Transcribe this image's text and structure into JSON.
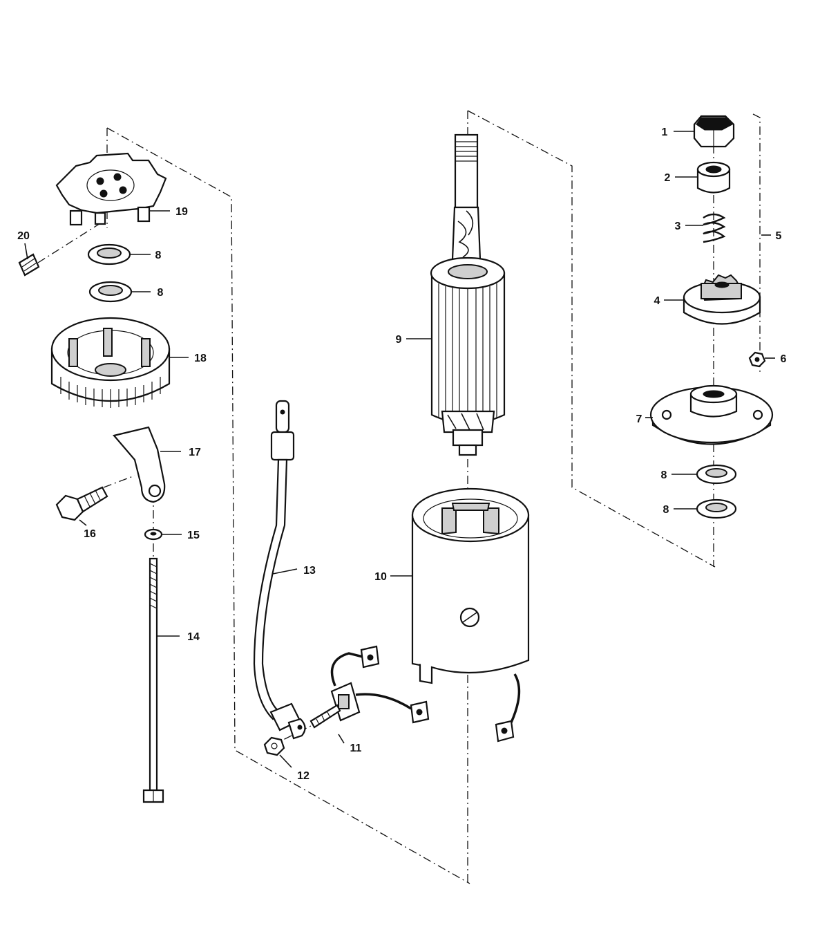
{
  "diagram": {
    "callouts": [
      {
        "id": "1",
        "label": "1"
      },
      {
        "id": "2",
        "label": "2"
      },
      {
        "id": "3",
        "label": "3"
      },
      {
        "id": "4",
        "label": "4"
      },
      {
        "id": "5",
        "label": "5"
      },
      {
        "id": "6",
        "label": "6"
      },
      {
        "id": "7",
        "label": "7"
      },
      {
        "id": "8a",
        "label": "8"
      },
      {
        "id": "8b",
        "label": "8"
      },
      {
        "id": "8c",
        "label": "8"
      },
      {
        "id": "8d",
        "label": "8"
      },
      {
        "id": "9",
        "label": "9"
      },
      {
        "id": "10",
        "label": "10"
      },
      {
        "id": "11",
        "label": "11"
      },
      {
        "id": "12",
        "label": "12"
      },
      {
        "id": "13",
        "label": "13"
      },
      {
        "id": "14",
        "label": "14"
      },
      {
        "id": "15",
        "label": "15"
      },
      {
        "id": "16",
        "label": "16"
      },
      {
        "id": "17",
        "label": "17"
      },
      {
        "id": "18",
        "label": "18"
      },
      {
        "id": "19",
        "label": "19"
      },
      {
        "id": "20",
        "label": "20"
      }
    ]
  }
}
